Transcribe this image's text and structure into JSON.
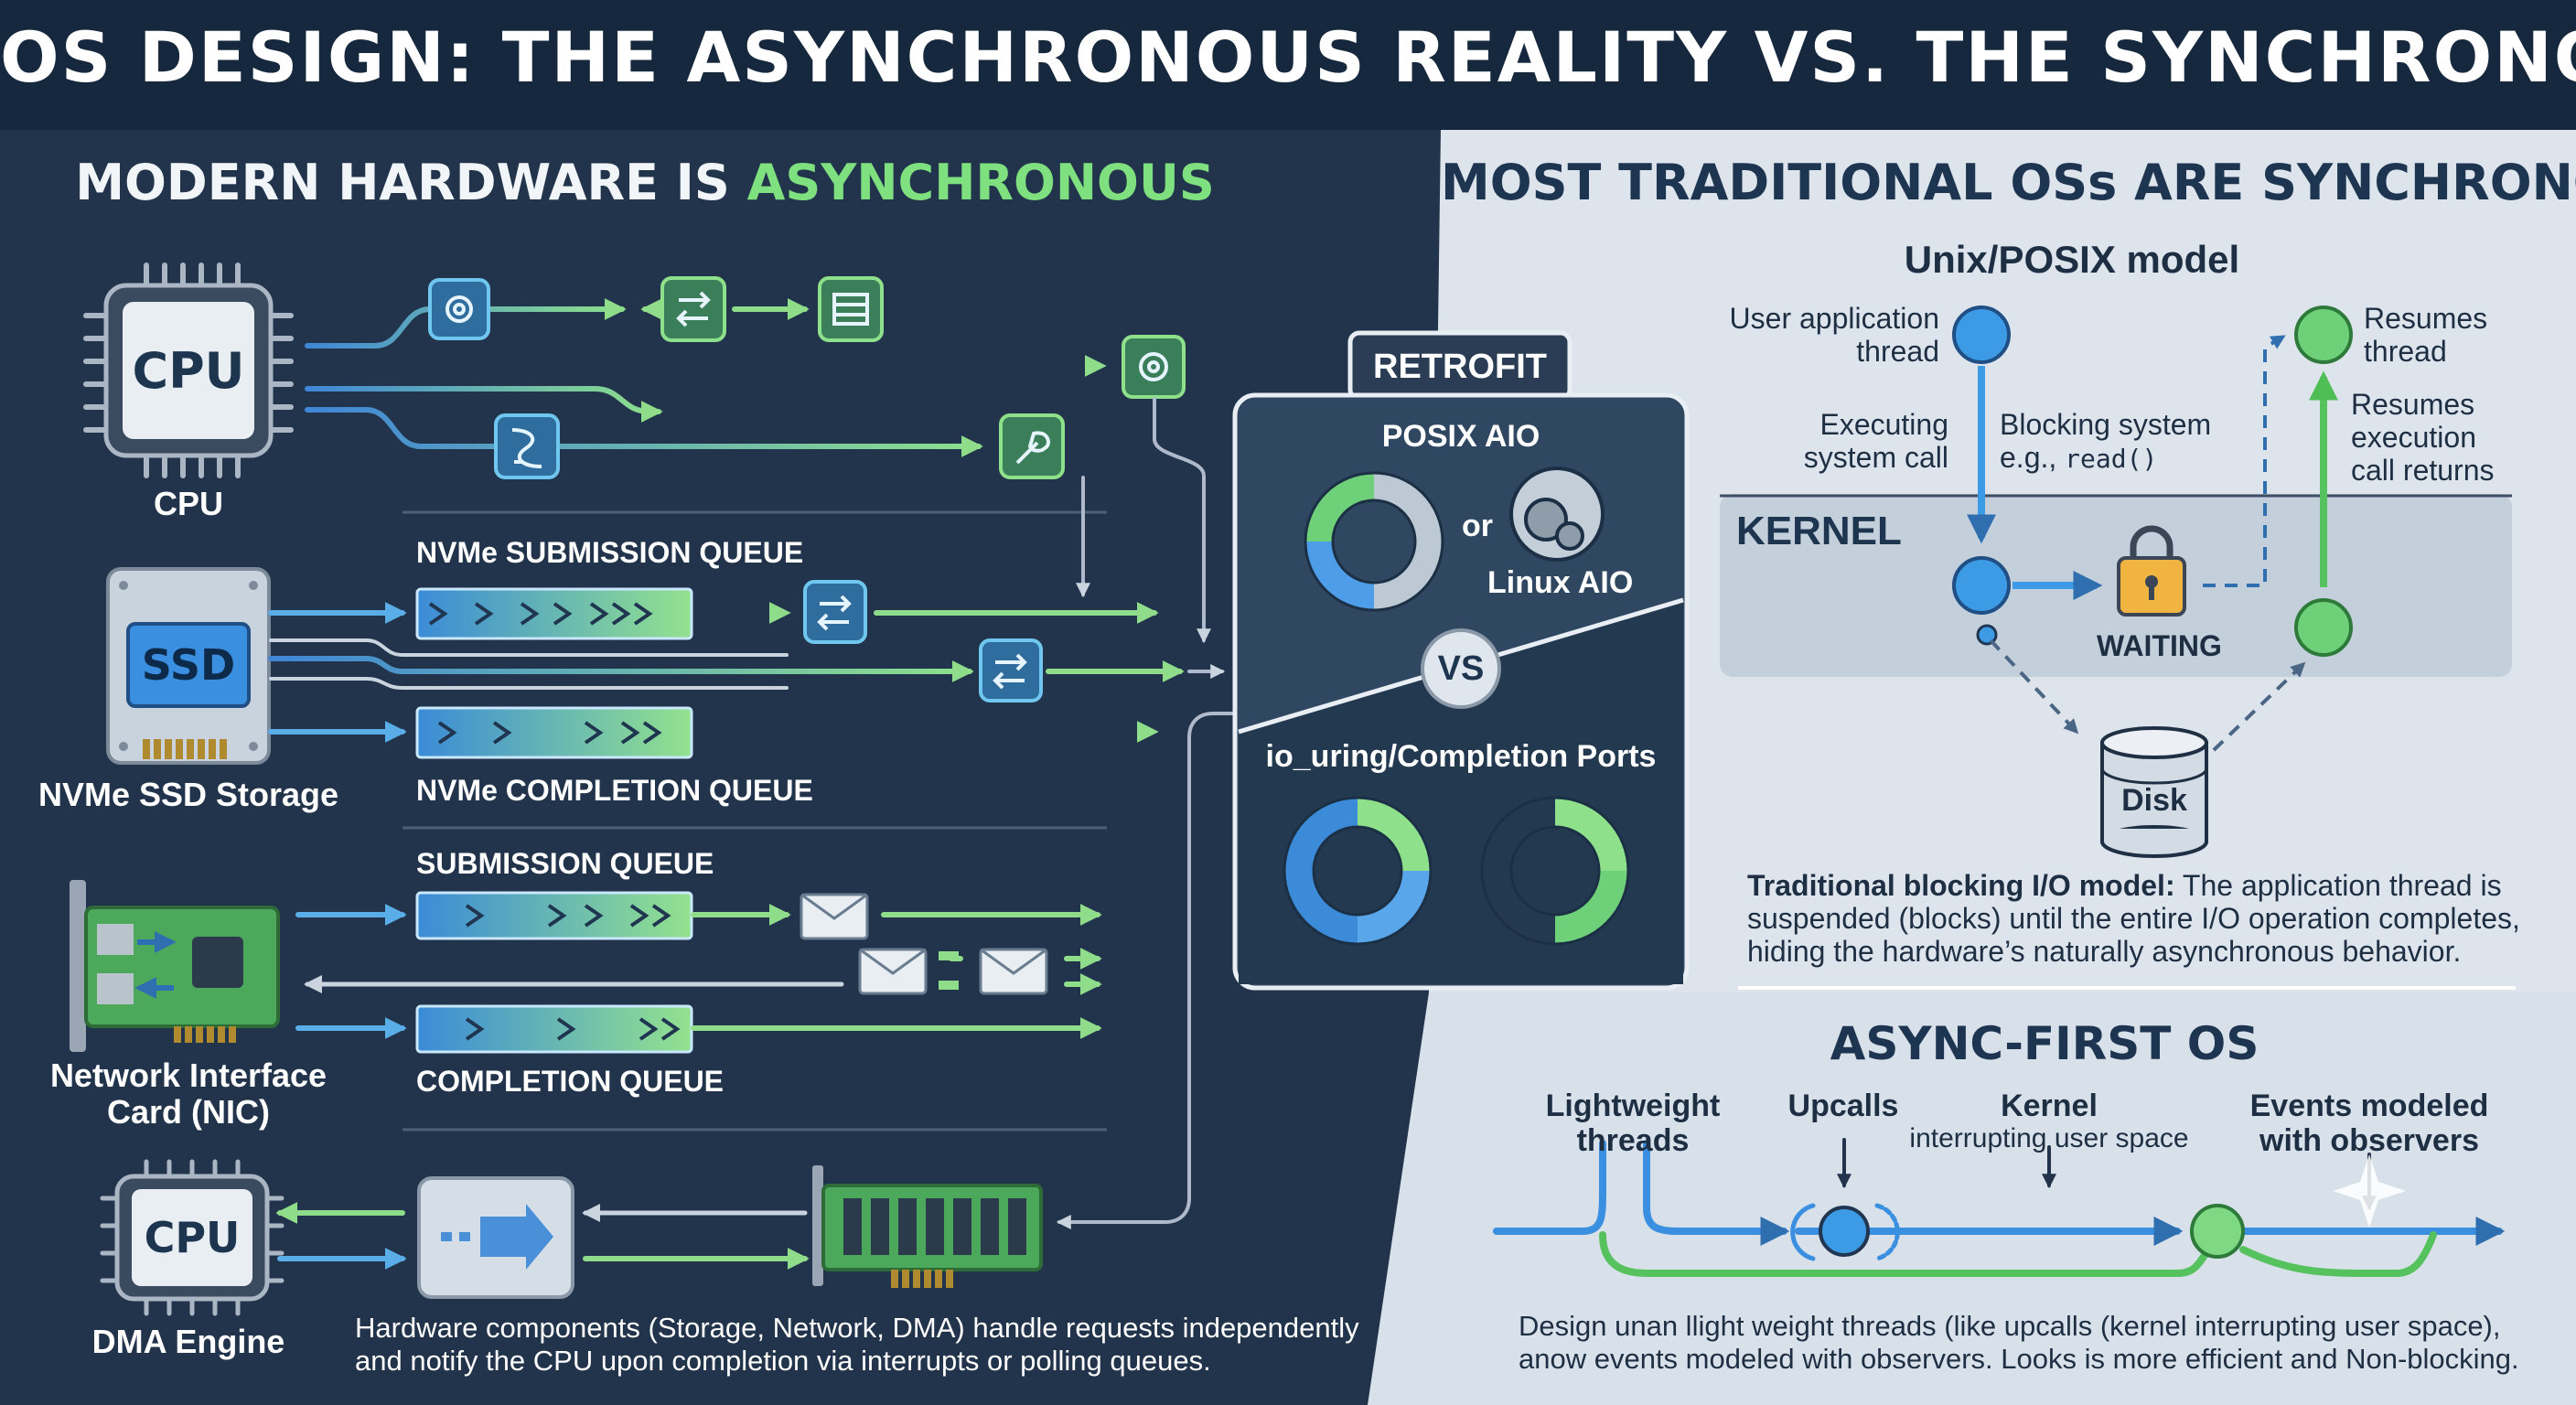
{
  "title": "OS DESIGN: THE ASYNCHRONOUS REALITY VS. THE SYNCHRONOUS ABSTRACTION",
  "left": {
    "heading_prefix": "MODERN HARDWARE IS ",
    "heading_highlight": "ASYNCHRONOUS",
    "cpu_chip": "CPU",
    "cpu_label": "CPU",
    "ssd_chip": "SSD",
    "ssd_label": "NVMe SSD Storage",
    "nvme_submission": "NVMe SUBMISSION QUEUE",
    "nvme_completion": "NVMe COMPLETION QUEUE",
    "nic_label_1": "Network Interface",
    "nic_label_2": "Card (NIC)",
    "submission_queue": "SUBMISSION QUEUE",
    "completion_queue": "COMPLETION QUEUE",
    "dma_chip": "CPU",
    "dma_label": "DMA Engine",
    "caption_1": "Hardware components (Storage, Network, DMA) handle requests independently",
    "caption_2": "and notify the CPU upon completion via interrupts or polling queues."
  },
  "retrofit": {
    "tag": "RETROFIT",
    "posix_aio": "POSIX AIO",
    "or": "or",
    "linux_aio": "Linux AIO",
    "vs": "VS",
    "io_uring": "io_uring/Completion Ports"
  },
  "right": {
    "heading": "MOST TRADITIONAL OSs ARE SYNCHRONOUS",
    "model_title": "Unix/POSIX model",
    "user_thread_1": "User application",
    "user_thread_2": "thread",
    "executing_1": "Executing",
    "executing_2": "system call",
    "blocking_1": "Blocking system",
    "blocking_2_prefix": "e.g., ",
    "blocking_2_code": "read()",
    "resumes_1": "Resumes",
    "resumes_2": "thread",
    "resumes_exec_1": "Resumes",
    "resumes_exec_2": "execution",
    "resumes_exec_3": "call returns",
    "kernel": "KERNEL",
    "waiting": "WAITING",
    "disk": "Disk",
    "desc_bold": "Traditional blocking I/O model:",
    "desc_1": " The application thread is",
    "desc_2": "suspended (blocks) until the entire I/O operation completes,",
    "desc_3": "hiding the hardware’s naturally asynchronous behavior."
  },
  "async": {
    "heading": "ASYNC-FIRST OS",
    "lw_1": "Lightweight",
    "lw_2": "threads",
    "upcalls": "Upcalls",
    "kernel": "Kernel",
    "kernel_sub": "interrupting user space",
    "events_1": "Events modeled",
    "events_2": "with observers",
    "caption_1": "Design unan llight weight threads (like upcalls (kernel interrupting user space),",
    "caption_2": "anow events modeled with observers. Looks is more efficient and Non-blocking."
  }
}
